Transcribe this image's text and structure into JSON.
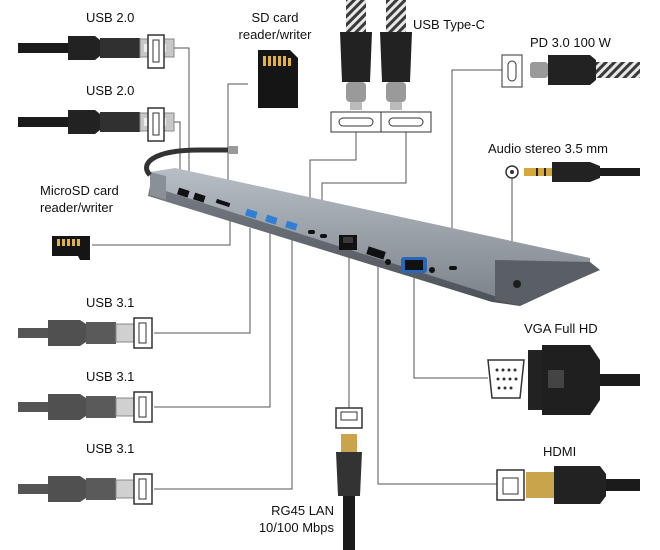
{
  "labels": {
    "usb2_top": "USB 2.0",
    "usb2_mid": "USB 2.0",
    "sd_line1": "SD card",
    "sd_line2": "reader/writer",
    "usbc": "USB Type-C",
    "pd": "PD 3.0 100 W",
    "audio": "Audio stereo 3.5 mm",
    "microsd_line1": "MicroSD card",
    "microsd_line2": "reader/writer",
    "usb31_a": "USB 3.1",
    "usb31_b": "USB 3.1",
    "usb31_c": "USB 3.1",
    "vga": "VGA Full HD",
    "hdmi": "HDMI",
    "lan_line1": "RG45 LAN",
    "lan_line2": "10/100 Mbps"
  },
  "colors": {
    "hub_body": "#6b7078",
    "hub_top": "#9aa0a8",
    "usb3_blue": "#2f7fd6",
    "cable_black": "#1b1b1b",
    "cable_gray": "#5a5a5a",
    "line": "#555555",
    "sd_gold": "#e3b23c"
  }
}
